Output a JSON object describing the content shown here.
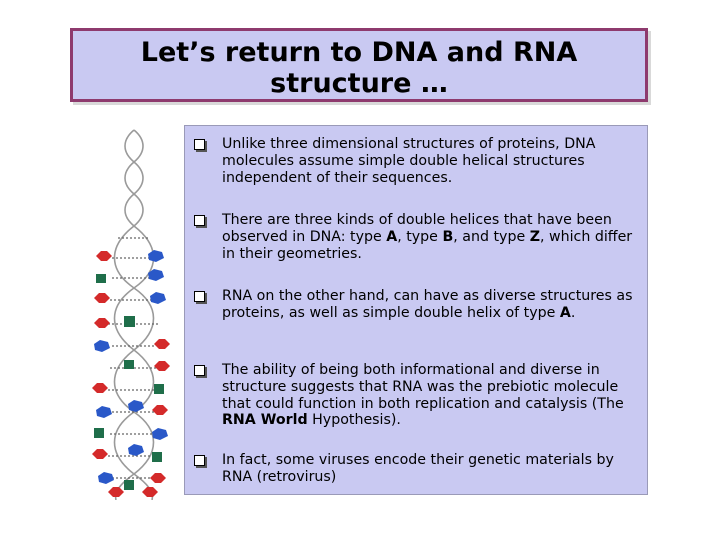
{
  "slide": {
    "title_line1": "Let’s return to DNA and RNA",
    "title_line2": "structure …"
  },
  "bullets": [
    {
      "parts": [
        "Unlike three dimensional structures of proteins, DNA molecules assume simple double helical structures independent of their sequences."
      ]
    },
    {
      "parts": [
        "There are three kinds of double helices that have been observed in DNA: type ",
        "A",
        ", type ",
        "B",
        ", and type ",
        "Z",
        ", which differ in their geometries."
      ]
    },
    {
      "parts": [
        "RNA on the other hand, can have as diverse structures as proteins, as well as simple double helix of type ",
        "A",
        "."
      ]
    },
    {
      "parts": [
        "The ability of being both informational and diverse in structure suggests that RNA was the prebiotic molecule that could function in both replication and catalysis (The ",
        "RNA World",
        " Hypothesis)."
      ]
    },
    {
      "parts": [
        "In fact, some viruses encode their genetic materials by RNA (retrovirus)"
      ]
    }
  ],
  "colors": {
    "panel": "#c9c9f2",
    "title_border": "#8e3a6e",
    "base_red": "#d42a2a",
    "base_blue": "#2a58c8",
    "base_green": "#1f6e4a"
  },
  "icons": [
    "checkbox-bullet-icon",
    "dna-double-helix-illustration"
  ]
}
